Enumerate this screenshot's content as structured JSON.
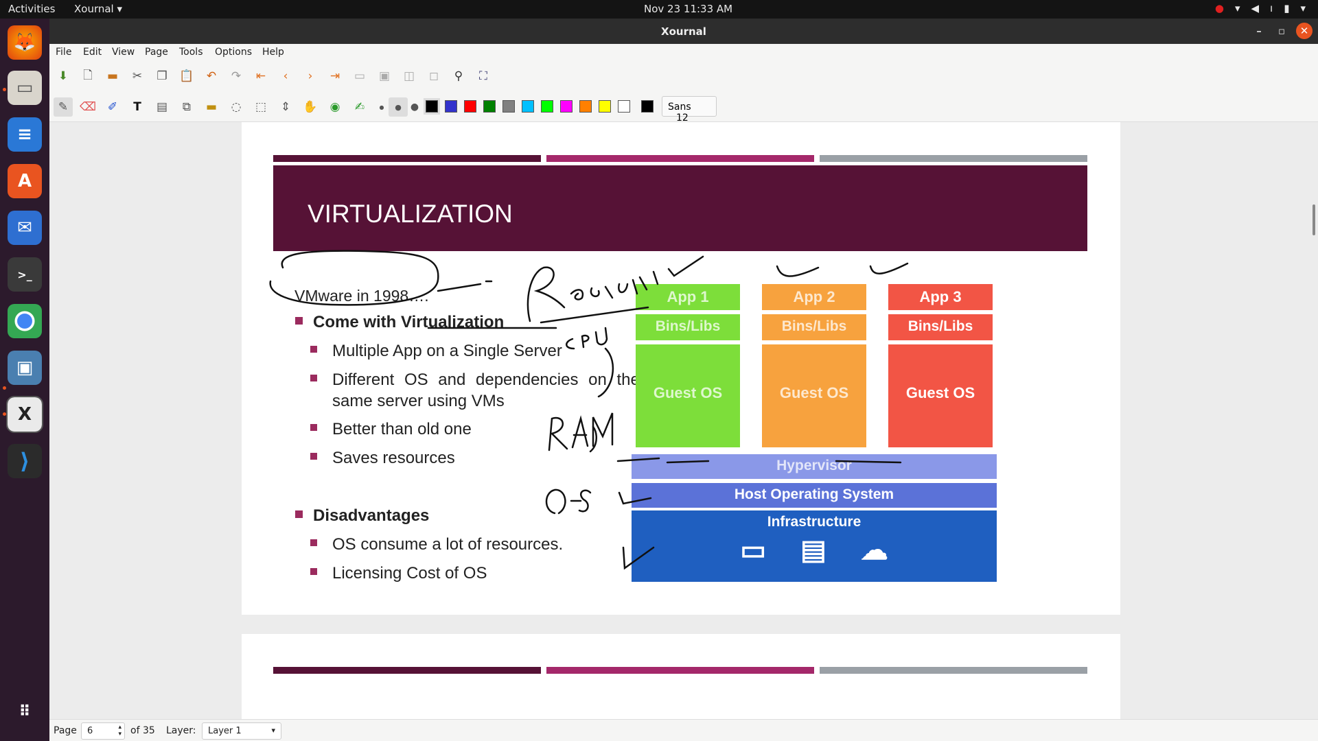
{
  "topbar": {
    "activities": "Activities",
    "app_menu": "Xournal ▾",
    "clock": "Nov 23  11:33 AM"
  },
  "window": {
    "title": "Xournal"
  },
  "menu": [
    "File",
    "Edit",
    "View",
    "Page",
    "Tools",
    "Options",
    "Help"
  ],
  "toolbar2": {
    "font_name": "Sans",
    "font_size": "12"
  },
  "colors": [
    "#000000",
    "#3333cc",
    "#ff0000",
    "#008000",
    "#808080",
    "#00c0ff",
    "#00ff00",
    "#ff00ff",
    "#ff8000",
    "#ffff00",
    "#ffffff",
    "#000000"
  ],
  "slide": {
    "title": "VIRTUALIZATION",
    "intro": "VMware in 1998….",
    "bullets1_head": "Come with Virtualization",
    "bullets1": [
      "Multiple App on a Single Server",
      "Different OS and dependencies on the",
      "same server using VMs",
      "Better than old one",
      "Saves resources"
    ],
    "bullets2_head": "Disadvantages",
    "bullets2": [
      "OS consume a lot of resources.",
      "Licensing Cost of OS"
    ],
    "diagram": {
      "apps": [
        "App 1",
        "App 2",
        "App 3"
      ],
      "bins": "Bins/Libs",
      "guest": "Guest OS",
      "hypervisor": "Hypervisor",
      "host": "Host Operating System",
      "infra": "Infrastructure"
    }
  },
  "status": {
    "page_label": "Page",
    "page_value": "6",
    "of_label": "of 35",
    "layer_label": "Layer:",
    "layer_value": "Layer 1"
  }
}
